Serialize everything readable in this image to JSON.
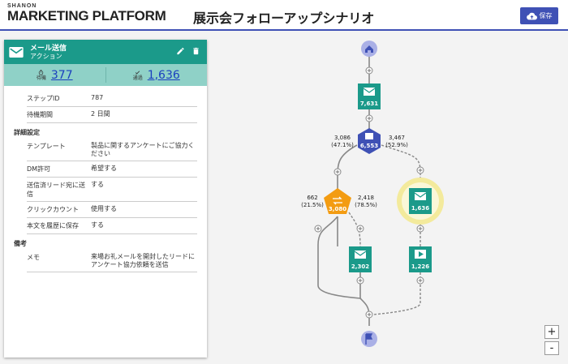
{
  "header": {
    "logo_small": "SHANON",
    "logo_big": "MARKETING PLATFORM",
    "title": "展示会フォローアップシナリオ",
    "save_label": "保存"
  },
  "panel": {
    "title": "メール送信",
    "subtitle": "アクション",
    "stats": {
      "waiting_label": "待機",
      "waiting_value": "377",
      "passed_label": "通過",
      "passed_value": "1,636"
    },
    "rows": [
      {
        "k": "ステップID",
        "v": "787"
      },
      {
        "k": "待機期間",
        "v": "2 日間"
      }
    ],
    "detail_title": "詳細設定",
    "detail_rows": [
      {
        "k": "テンプレート",
        "v": "製品に関するアンケートにご協力ください"
      },
      {
        "k": "DM許可",
        "v": "希望する"
      },
      {
        "k": "送信済リード宛に送信",
        "v": "する"
      },
      {
        "k": "クリックカウント",
        "v": "使用する"
      },
      {
        "k": "本文を履歴に保存",
        "v": "する"
      }
    ],
    "note_title": "備考",
    "note_rows": [
      {
        "k": "メモ",
        "v": "来場お礼メールを開封したリードにアンケート協力依頼を送信"
      }
    ]
  },
  "flow": {
    "mail1": "7,631",
    "branch1": "6,553",
    "branch1_left": "3,086",
    "branch1_left_pct": "(47.1%)",
    "branch1_right": "3,467",
    "branch1_right_pct": "(52.9%)",
    "branch2": "3,080",
    "branch2_left": "662",
    "branch2_left_pct": "(21.5%)",
    "branch2_right": "2,418",
    "branch2_right_pct": "(78.5%)",
    "mail_selected": "1,636",
    "mail2": "2,302",
    "video": "1,226",
    "colors": {
      "teal": "#1b9a8a",
      "indigo": "#3f51b5",
      "orange": "#f39c12",
      "highlight": "#f3ea9c"
    }
  },
  "zoom": {
    "in": "+",
    "out": "-"
  }
}
